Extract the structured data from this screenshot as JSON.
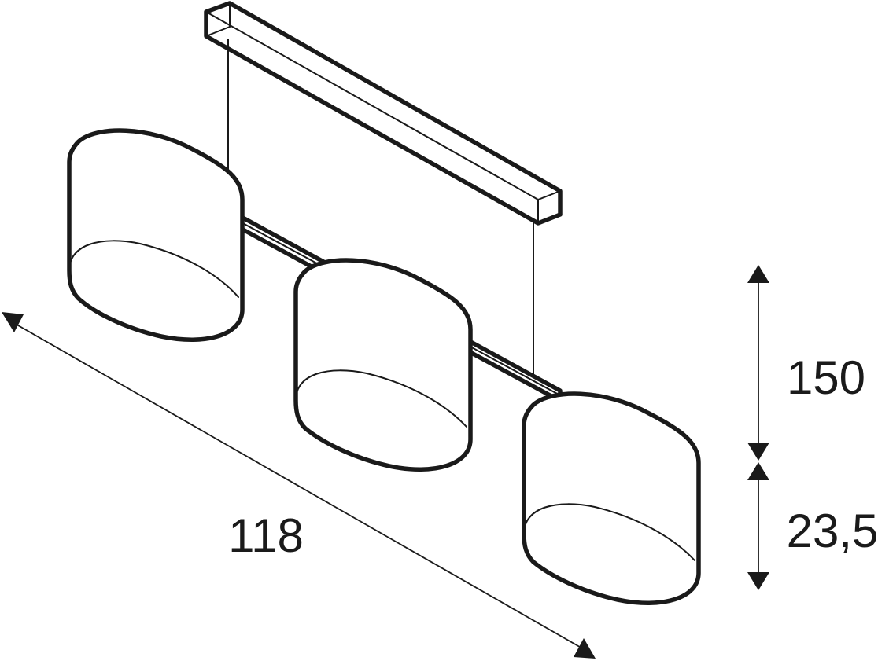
{
  "dimensions": {
    "length": "118",
    "drop": "150",
    "shade_height": "23,5"
  },
  "colors": {
    "line": "#1a1a1a",
    "background": "#ffffff"
  }
}
